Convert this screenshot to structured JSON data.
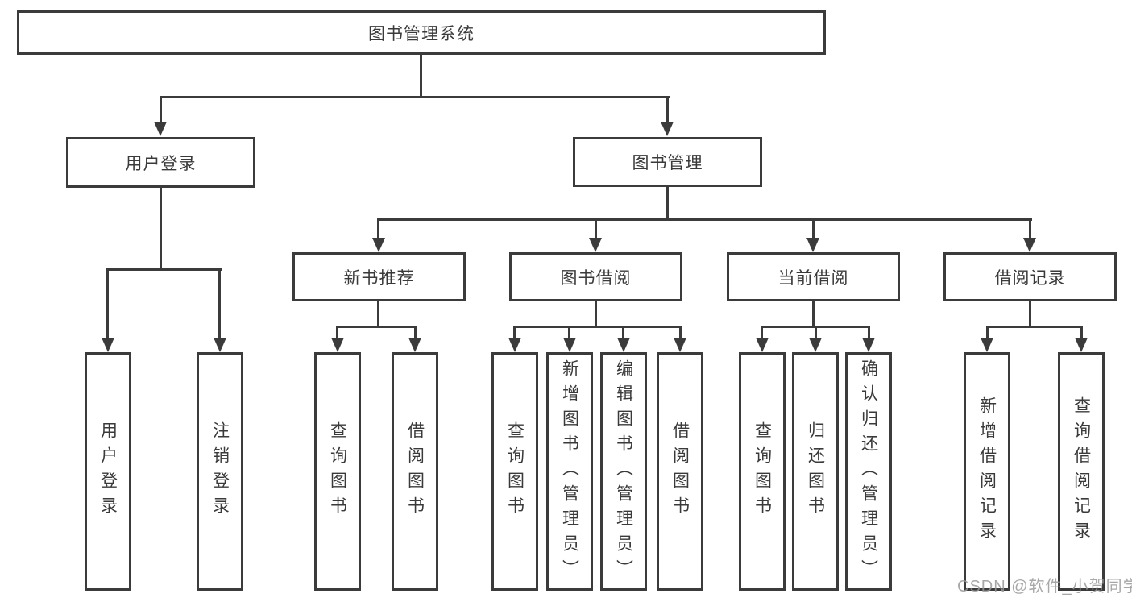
{
  "colors": {
    "line": "#3b3b3b",
    "text": "#3a3a3a",
    "background": "#ffffff",
    "watermark": "#9a9a9a"
  },
  "watermark": "CSDN @软件_小贺同学",
  "tree": {
    "label": "图书管理系统",
    "children": [
      {
        "label": "用户登录",
        "children": [
          {
            "label": "用户登录"
          },
          {
            "label": "注销登录"
          }
        ]
      },
      {
        "label": "图书管理",
        "children": [
          {
            "label": "新书推荐",
            "children": [
              {
                "label": "查询图书"
              },
              {
                "label": "借阅图书"
              }
            ]
          },
          {
            "label": "图书借阅",
            "children": [
              {
                "label": "查询图书"
              },
              {
                "label": "新增图书（管理员）"
              },
              {
                "label": "编辑图书（管理员）"
              },
              {
                "label": "借阅图书"
              }
            ]
          },
          {
            "label": "当前借阅",
            "children": [
              {
                "label": "查询图书"
              },
              {
                "label": "归还图书"
              },
              {
                "label": "确认归还（管理员）"
              }
            ]
          },
          {
            "label": "借阅记录",
            "children": [
              {
                "label": "新增借阅记录"
              },
              {
                "label": "查询借阅记录"
              }
            ]
          }
        ]
      }
    ]
  }
}
